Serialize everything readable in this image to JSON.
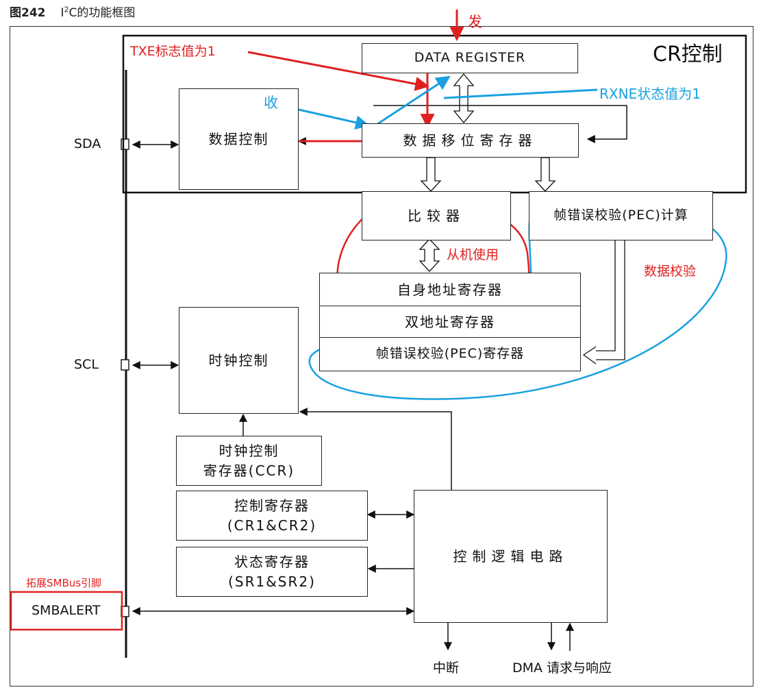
{
  "caption": {
    "figure_no": "图242",
    "title_prefix": "I",
    "title_sup": "2",
    "title_rest": "C的功能框图"
  },
  "pins": {
    "sda": "SDA",
    "scl": "SCL",
    "smbalert": "SMBALERT"
  },
  "blocks": {
    "data_register": "DATA REGISTER",
    "data_control": "数据控制",
    "shift_register": "数据移位寄存器",
    "comparator": "比较器",
    "pec_calc": "帧错误校验(PEC)计算",
    "own_address": "自身地址寄存器",
    "dual_address": "双地址寄存器",
    "pec_register": "帧错误校验(PEC)寄存器",
    "clock_control": "时钟控制",
    "ccr_line1": "时钟控制",
    "ccr_line2": "寄存器(CCR)",
    "cr_line1": "控制寄存器",
    "cr_line2": "(CR1&CR2)",
    "sr_line1": "状态寄存器",
    "sr_line2": "(SR1&SR2)",
    "control_logic": "控制逻辑电路",
    "interrupt": "中断",
    "dma": "DMA 请求与响应"
  },
  "annotations": {
    "send": "发",
    "cr_control": "CR控制",
    "txe": "TXE标志值为1",
    "receive": "收",
    "rxne": "RXNE状态值为1",
    "slave_use": "从机使用",
    "data_check": "数据校验",
    "smbus_pin": "拓展SMBus引脚"
  },
  "colors": {
    "red": "#e02020",
    "blue": "#1aa0e0",
    "green": "#22a83a",
    "black": "#111111"
  }
}
